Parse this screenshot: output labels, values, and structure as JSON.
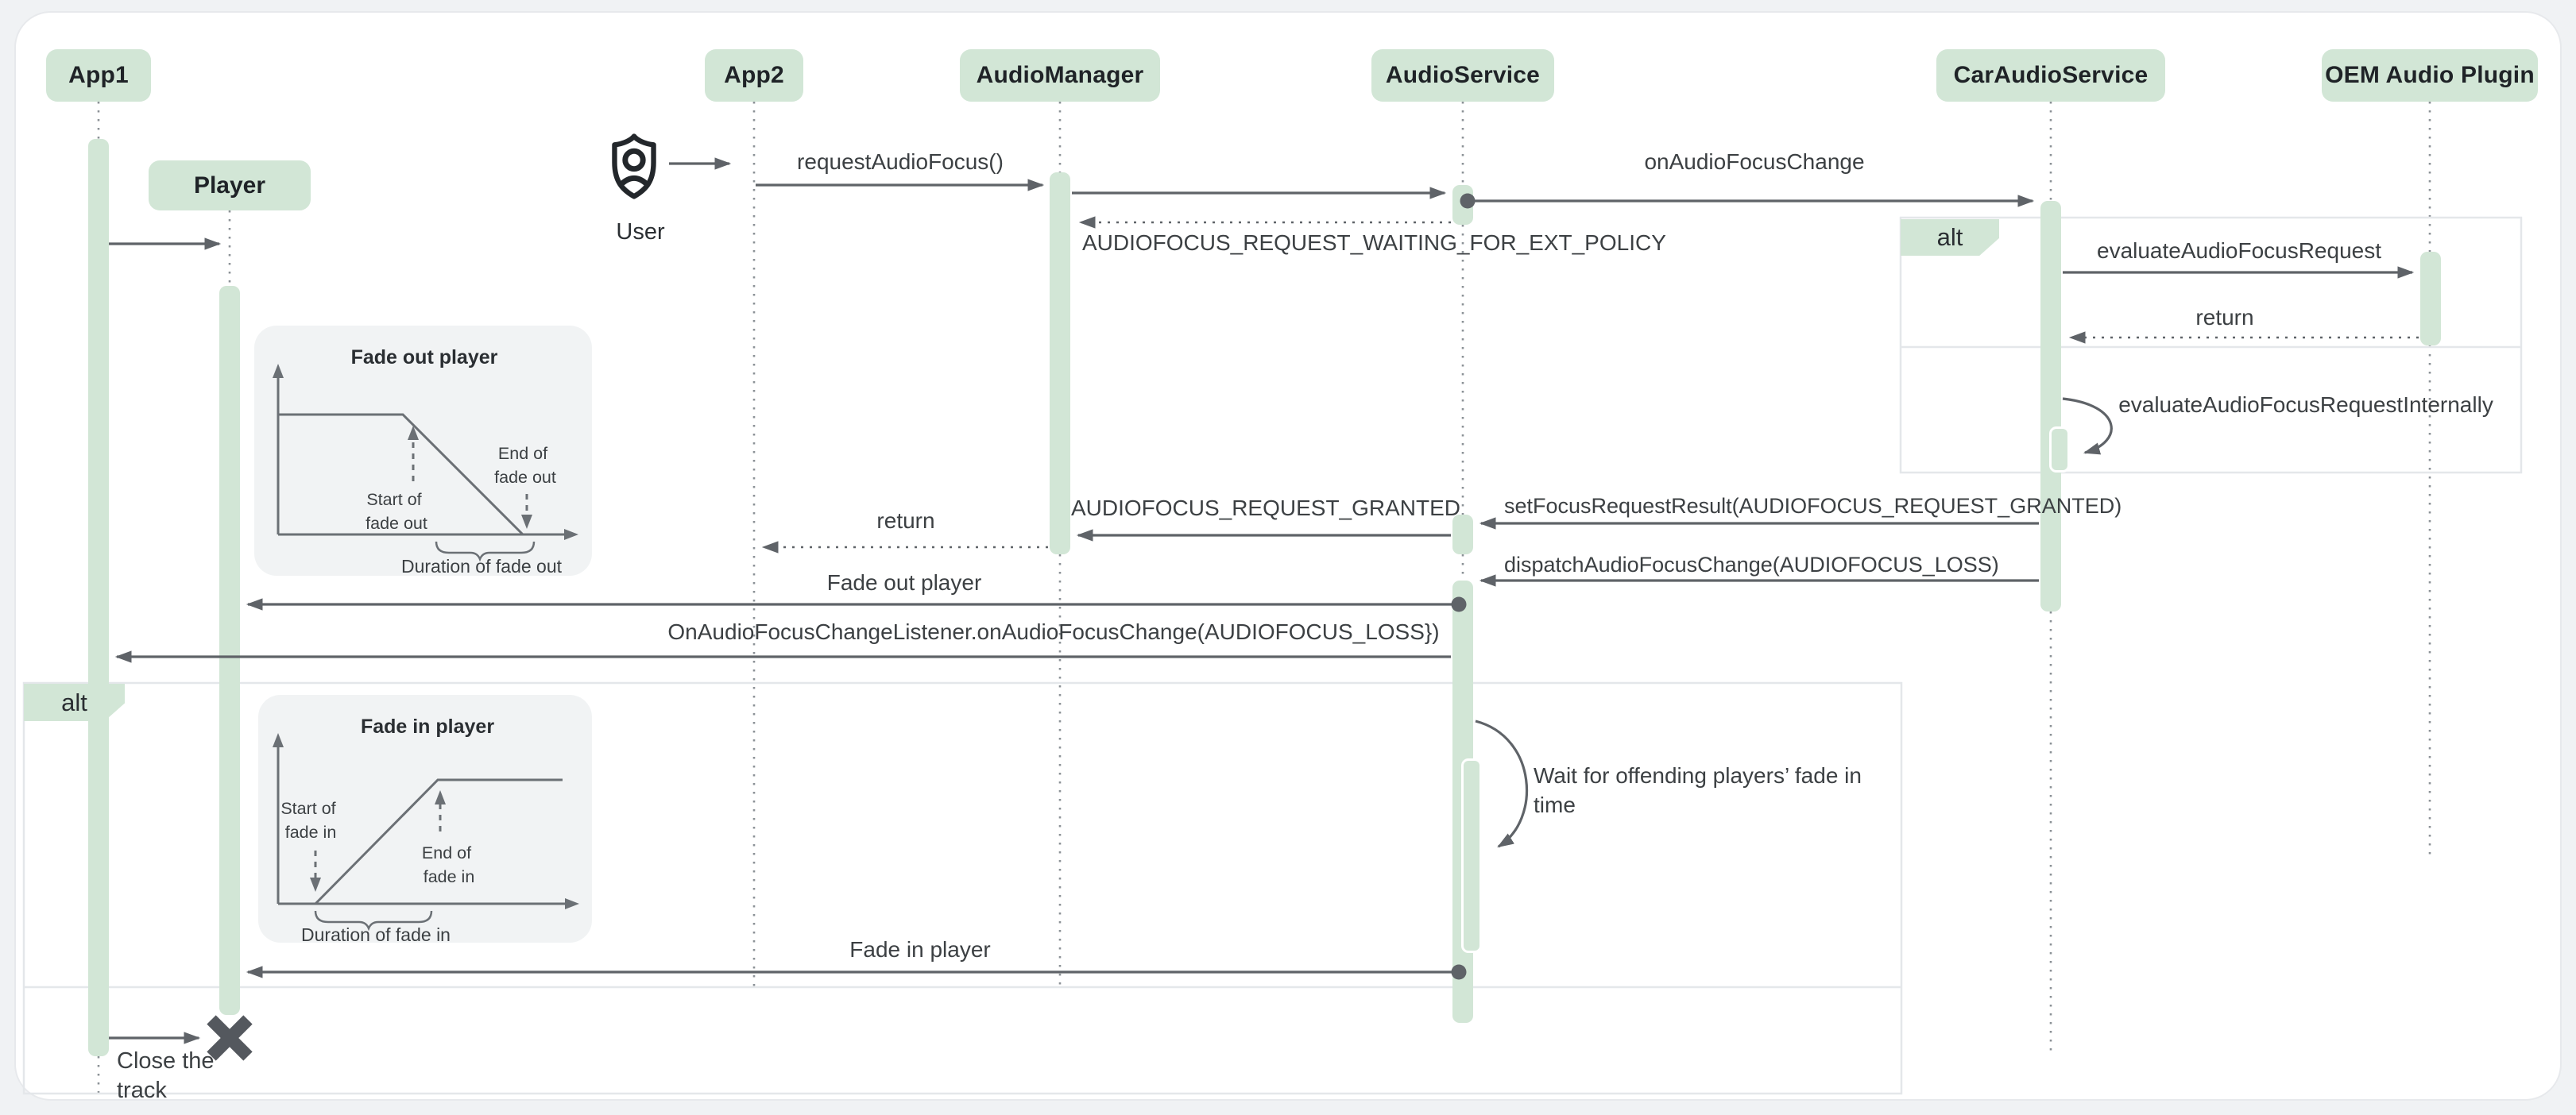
{
  "participants": [
    {
      "label": "App1"
    },
    {
      "label": "App2"
    },
    {
      "label": "AudioManager"
    },
    {
      "label": "AudioService"
    },
    {
      "label": "CarAudioService"
    },
    {
      "label": "OEM Audio Plugin"
    }
  ],
  "objects": {
    "player": "Player",
    "user": "User"
  },
  "frames": {
    "alt_top": "alt",
    "alt_bottom": "alt"
  },
  "messages": {
    "request_audio_focus": "requestAudioFocus()",
    "on_audio_focus_change": "onAudioFocusChange",
    "waiting_ext_policy": "AUDIOFOCUS_REQUEST_WAITING_FOR_EXT_POLICY",
    "evaluate_request": "evaluateAudioFocusRequest",
    "return_oem": "return",
    "evaluate_internally": "evaluateAudioFocusRequestInternally",
    "set_focus_result": "setFocusRequestResult(AUDIOFOCUS_REQUEST_GRANTED)",
    "request_granted": "AUDIOFOCUS_REQUEST_GRANTED",
    "return_app2": "return",
    "dispatch_loss": "dispatchAudioFocusChange(AUDIOFOCUS_LOSS)",
    "fade_out_player": "Fade out player",
    "focus_change_listener": "OnAudioFocusChangeListener.onAudioFocusChange(AUDIOFOCUS_LOSS})",
    "wait_for_players": "Wait for offending players’ fade in time",
    "fade_in_player": "Fade in player",
    "close_track": "Close the track"
  },
  "insets": [
    {
      "title": "Fade out player",
      "start": [
        "Start of",
        "fade out"
      ],
      "end": [
        "End of",
        "fade out"
      ],
      "duration": "Duration of fade out"
    },
    {
      "title": "Fade in player",
      "start": [
        "Start of",
        "fade in"
      ],
      "end": [
        "End of",
        "fade in"
      ],
      "duration": "Duration of fade in"
    }
  ],
  "colors": {
    "accent_green": "#d2e6d6",
    "arrow_grey": "#5f6368",
    "text_dark": "#1f2327",
    "inset_bg": "#f1f3f4",
    "frame_border": "#e4e7ea",
    "canvas": "#ffffff",
    "page_bg": "#f0f2f4"
  }
}
